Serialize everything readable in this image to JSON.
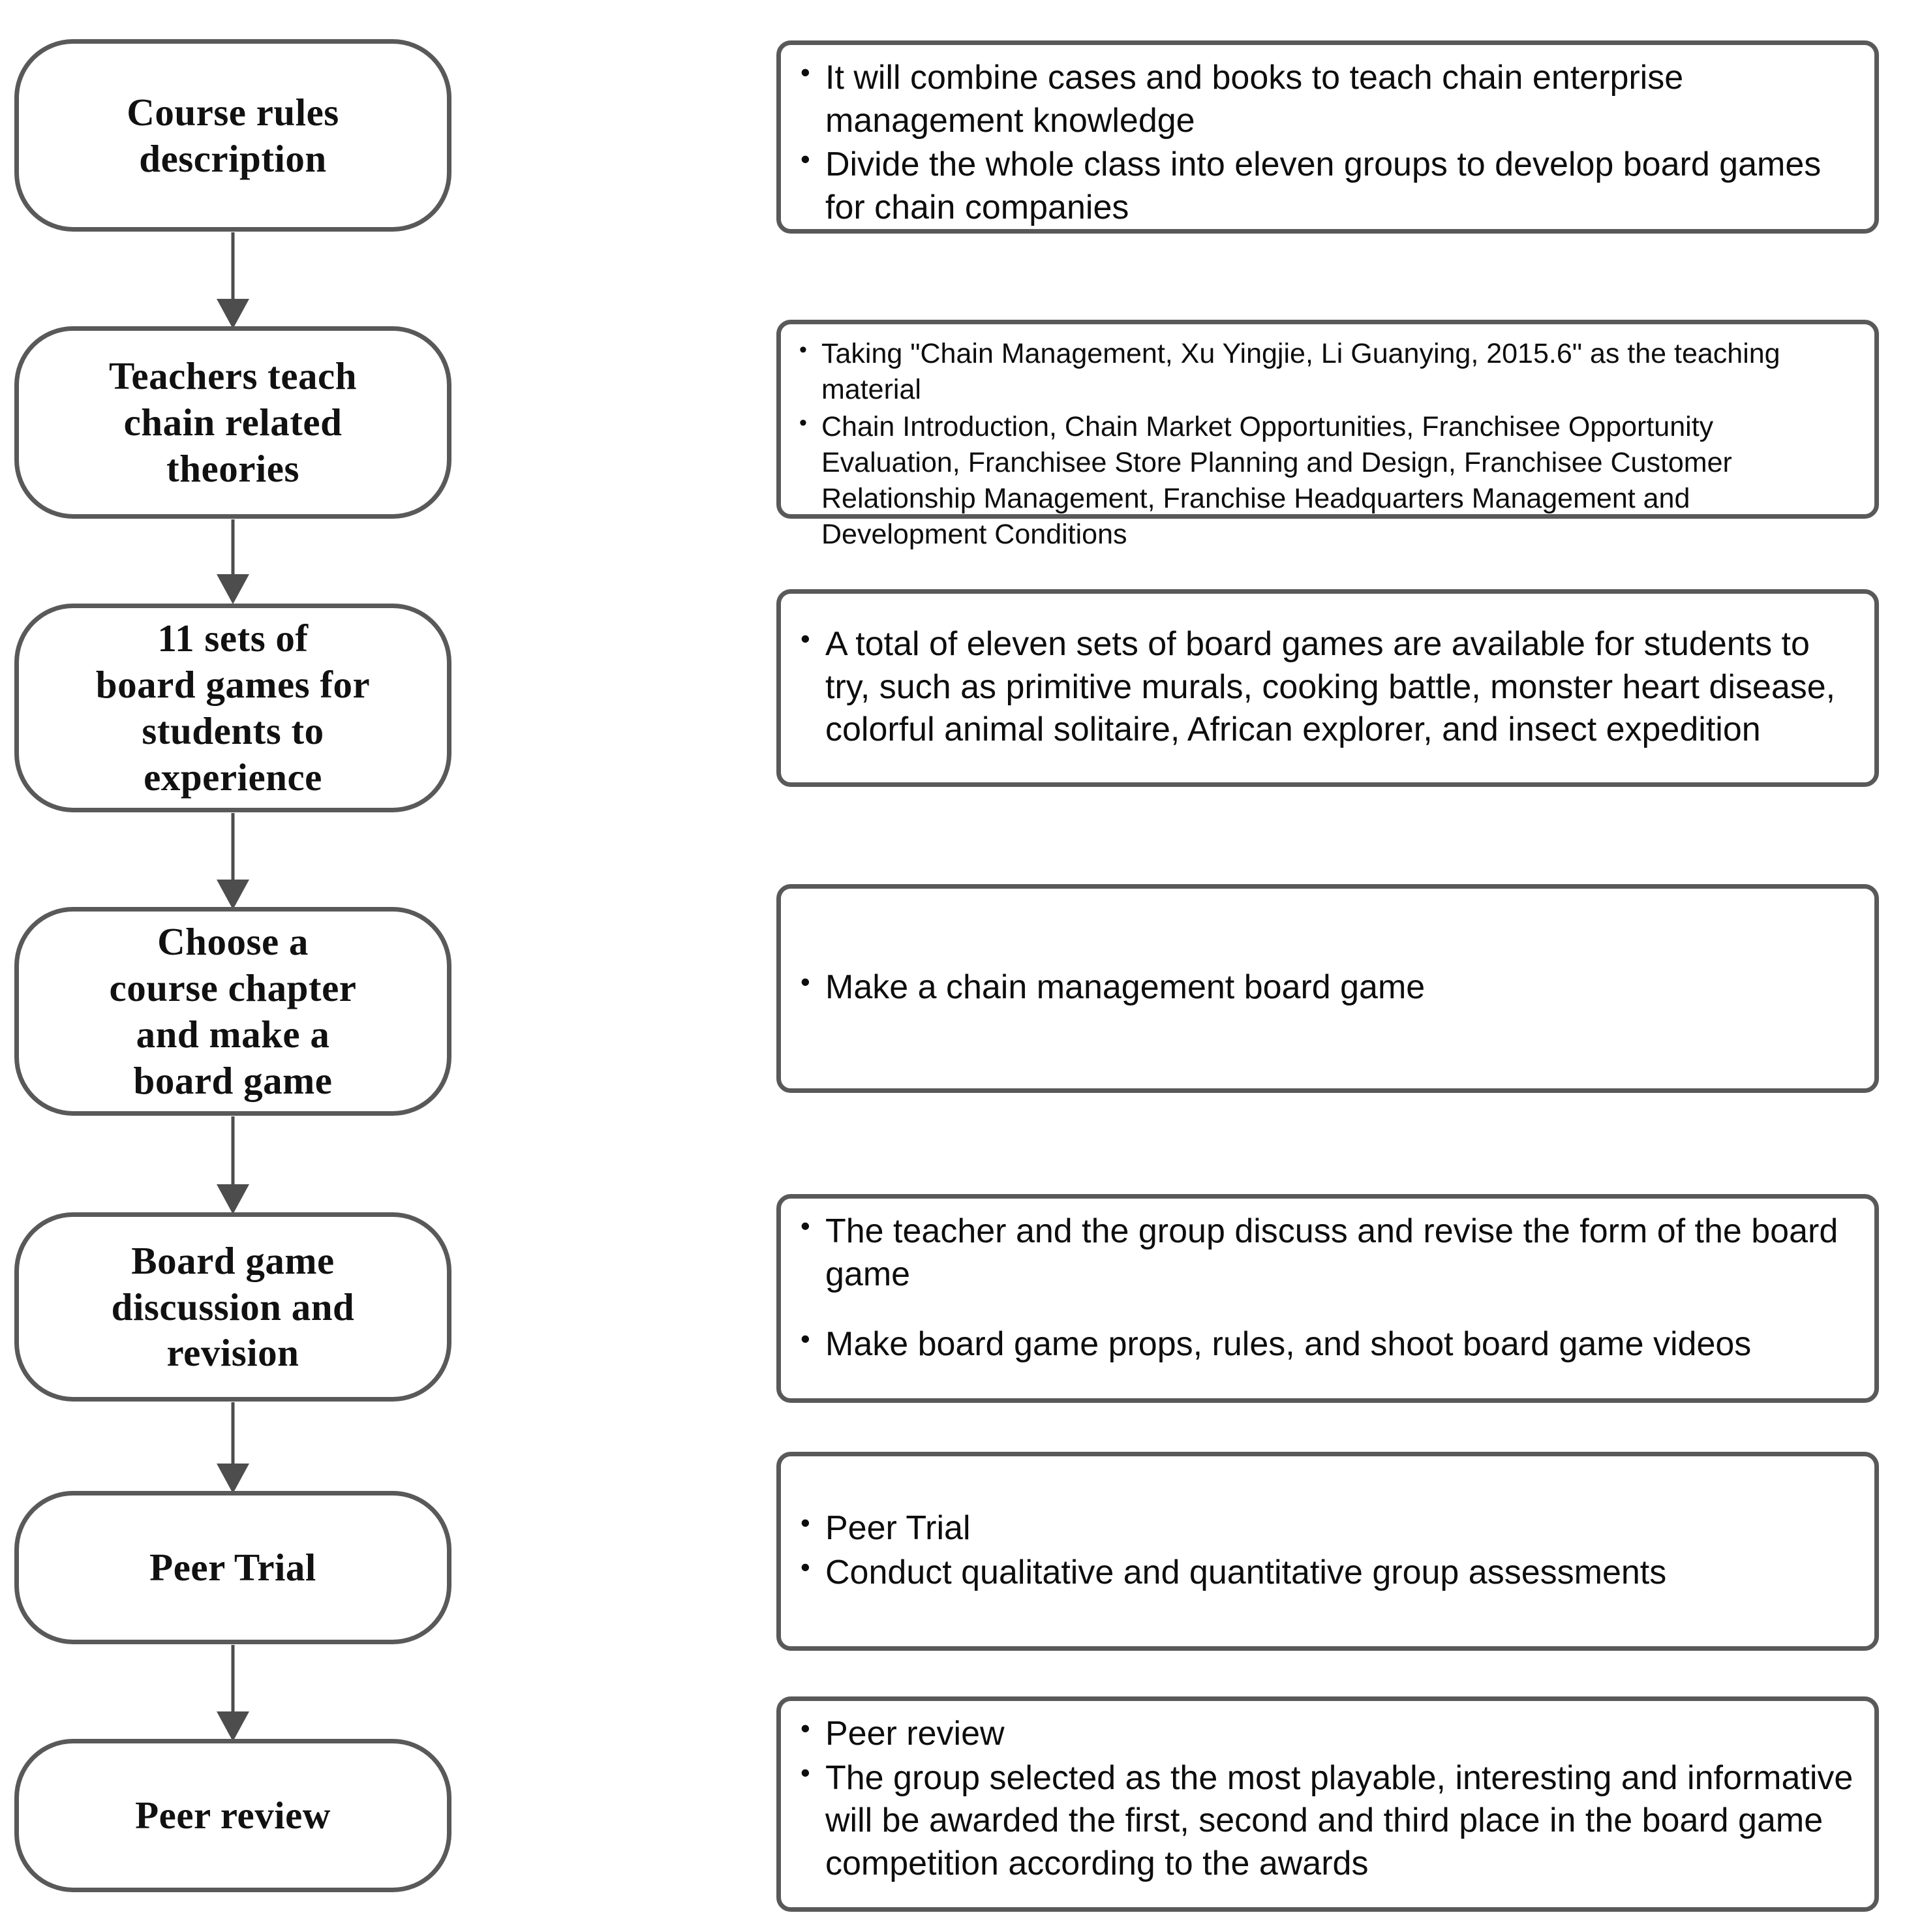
{
  "diagram": {
    "title": "Course teaching process flowchart",
    "colors": {
      "stroke": "#595959",
      "arrow": "#4d4d4d",
      "text": "#111111",
      "background": "#ffffff"
    },
    "steps": [
      {
        "id": "course-rules-description",
        "label": "Course rules\ndescription",
        "details": [
          "It will combine cases and books to teach chain enterprise management knowledge",
          "Divide the whole class into eleven groups to develop board games for chain companies"
        ]
      },
      {
        "id": "teachers-teach-chain-related-theories",
        "label": "Teachers teach\nchain related\ntheories",
        "details": [
          "Taking \"Chain Management, Xu Yingjie, Li Guanying, 2015.6\" as the teaching material",
          "Chain Introduction, Chain Market Opportunities, Franchisee Opportunity Evaluation, Franchisee Store Planning and Design, Franchisee Customer Relationship Management, Franchise Headquarters Management and Development Conditions"
        ]
      },
      {
        "id": "11-sets-of-board-games",
        "label": "11 sets of\nboard games for\nstudents to\nexperience",
        "details": [
          "A total of eleven sets of board games are available for students to try, such as primitive murals, cooking battle, monster heart disease, colorful animal solitaire, African explorer, and insect expedition"
        ]
      },
      {
        "id": "choose-course-chapter-make-board-game",
        "label": "Choose a\ncourse chapter\nand make a\nboard game",
        "details": [
          "Make a chain management board game"
        ]
      },
      {
        "id": "board-game-discussion-and-revision",
        "label": "Board game\ndiscussion and\nrevision",
        "details": [
          "The teacher and the group discuss and revise the form of the board game",
          "Make board game props, rules, and shoot board game videos"
        ]
      },
      {
        "id": "peer-trial",
        "label": "Peer Trial",
        "details": [
          "Peer Trial",
          "Conduct qualitative and quantitative group assessments"
        ]
      },
      {
        "id": "peer-review",
        "label": "Peer review",
        "details": [
          "Peer review",
          "The group selected as the most playable, interesting and informative will be awarded the first, second and third place in the board game competition according to the awards"
        ]
      }
    ]
  }
}
